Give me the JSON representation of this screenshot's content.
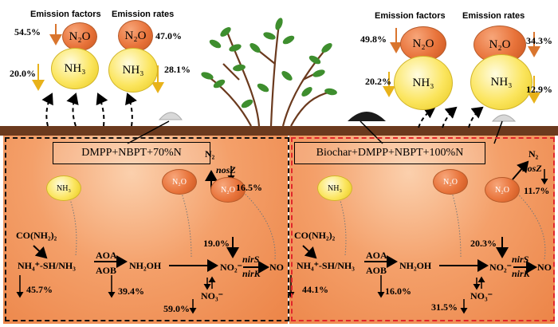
{
  "top": {
    "left": {
      "header_factors": "Emission factors",
      "header_rates": "Emission rates",
      "n2o_factor": "54.5%",
      "n2o_rate": "47.0%",
      "nh3_factor": "20.0%",
      "nh3_rate": "28.1%"
    },
    "right": {
      "header_factors": "Emission factors",
      "header_rates": "Emission rates",
      "n2o_factor": "49.8%",
      "n2o_rate": "34.3%",
      "nh3_factor": "20.2%",
      "nh3_rate": "12.9%"
    }
  },
  "species": {
    "n2o": "N₂O",
    "nh3": "NH₃",
    "n2": "N₂",
    "urea": "CO(NH₂)₂",
    "ammonium": "NH₄⁺-SH/NH₃",
    "nh2oh": "NH₂OH",
    "no2": "NO₂⁻",
    "no3": "NO₃⁻",
    "no": "NO"
  },
  "genes": {
    "aoa": "AOA",
    "aob": "AOB",
    "nirs": "nirS",
    "nirk": "nirK",
    "nosz": "nosZ"
  },
  "panels": {
    "left": {
      "title": "DMPP+NBPT+70%N",
      "nosz_pct": "16.5%",
      "no2_pct": "19.0%",
      "nh4_pct": "45.7%",
      "aob_pct": "39.4%",
      "no3_pct": "59.0%",
      "border_color": "#111111"
    },
    "right": {
      "title": "Biochar+DMPP+NBPT+100%N",
      "nosz_pct": "11.7%",
      "no2_pct": "20.3%",
      "nh4_pct": "44.1%",
      "aob_pct": "16.0%",
      "no3_pct": "31.5%",
      "border_color": "#e0262b"
    }
  },
  "colors": {
    "soil_surface": "#6b3a1e",
    "n2o": "#e8733a",
    "nh3": "#fbe55e",
    "arrow_down": "#d9752e"
  }
}
